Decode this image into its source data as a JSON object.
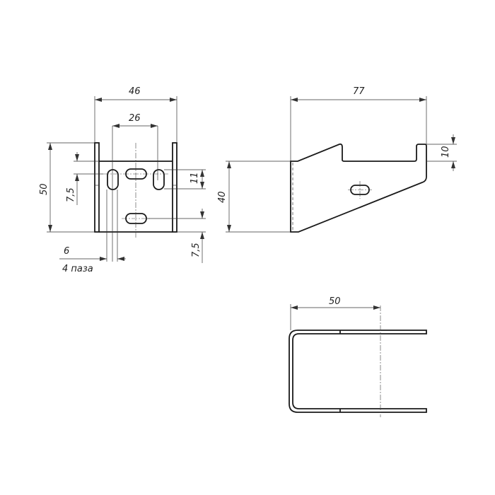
{
  "front_view": {
    "dim_width_total": "46",
    "dim_slot_spacing": "26",
    "dim_height": "50",
    "dim_slot_offset_top": "7,5",
    "dim_slot_span": "11",
    "dim_slot_offset_bottom": "7,5",
    "dim_slot_width": "6",
    "slot_note": "4 паза"
  },
  "side_view": {
    "dim_length": "77",
    "dim_height": "40",
    "dim_hook": "10"
  },
  "top_view": {
    "dim_depth": "50"
  }
}
